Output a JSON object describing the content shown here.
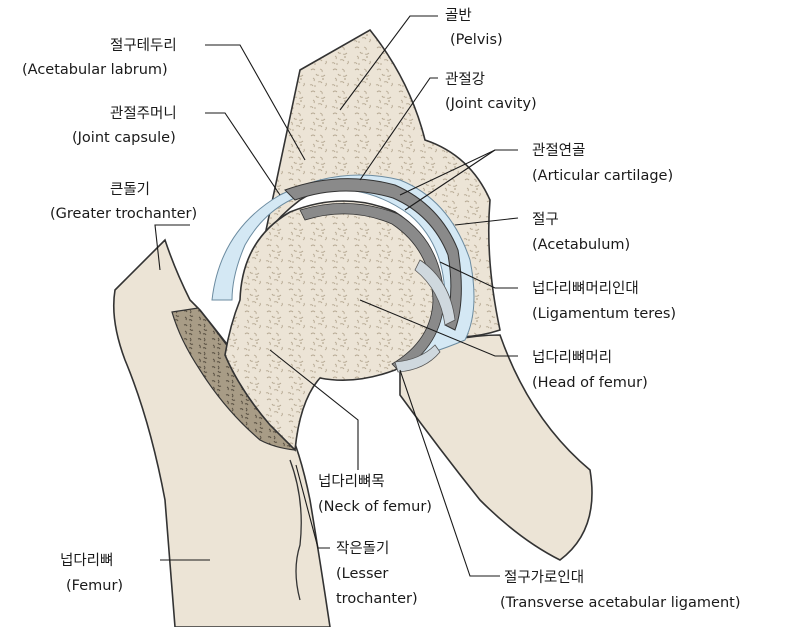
{
  "labels": {
    "pelvis": {
      "ko": "골반",
      "en": "(Pelvis)"
    },
    "acetabular_labrum": {
      "ko": "절구테두리",
      "en": "(Acetabular labrum)"
    },
    "joint_cavity": {
      "ko": "관절강",
      "en": "(Joint cavity)"
    },
    "joint_capsule": {
      "ko": "관절주머니",
      "en": "(Joint capsule)"
    },
    "articular_cartilage": {
      "ko": "관절연골",
      "en": "(Articular cartilage)"
    },
    "greater_trochanter": {
      "ko": "큰돌기",
      "en": "(Greater trochanter)"
    },
    "acetabulum": {
      "ko": "절구",
      "en": "(Acetabulum)"
    },
    "ligamentum_teres": {
      "ko": "넙다리뼈머리인대",
      "en": "(Ligamentum teres)"
    },
    "head_of_femur": {
      "ko": "넙다리뼈머리",
      "en": "(Head of femur)"
    },
    "neck_of_femur": {
      "ko": "넙다리뼈목",
      "en": "(Neck of femur)"
    },
    "lesser_trochanter": {
      "ko": "작은돌기",
      "en1": "(Lesser",
      "en2": "trochanter)"
    },
    "femur": {
      "ko": "넙다리뼈",
      "en": "(Femur)"
    },
    "transverse_ligament": {
      "ko": "절구가로인대",
      "en": "(Transverse acetabular ligament)"
    }
  },
  "colors": {
    "bone": "#ece4d6",
    "bone_outline": "#333333",
    "spongy_dot": "#b5a892",
    "cartilage": "#8a8a8a",
    "capsule": "#d4e8f4",
    "cavity": "#f3ede1",
    "cortical_dark": "#8e836f"
  }
}
